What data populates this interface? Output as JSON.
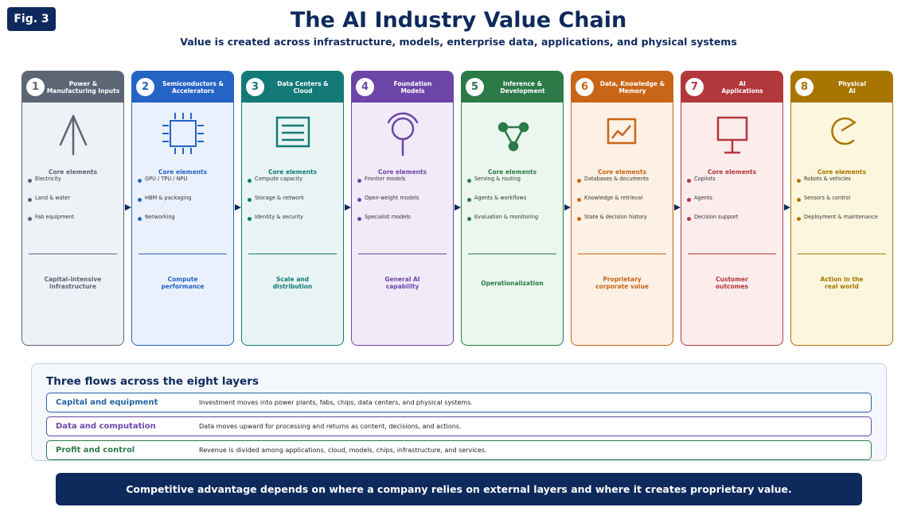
{
  "figure_label": "Fig. 3",
  "title": "The AI Industry Value Chain",
  "subtitle": "Value is created across infrastructure, models, enterprise data, applications, and physical systems",
  "core_label": "Core elements",
  "layers": [
    {
      "num": "1",
      "title": "Power &\nManufacturing Inputs",
      "icon": "power-tower-icon",
      "color": "#5b6574",
      "bg": "#eef1f5",
      "items": [
        "Electricity",
        "Land & water",
        "Fab equipment"
      ],
      "footer": "Capital-intensive\ninfrastructure"
    },
    {
      "num": "2",
      "title": "Semiconductors &\nAccelerators",
      "icon": "chip-icon",
      "color": "#2563c4",
      "bg": "#eaf1fc",
      "items": [
        "GPU / TPU / NPU",
        "HBM & packaging",
        "Networking"
      ],
      "footer": "Compute\nperformance"
    },
    {
      "num": "3",
      "title": "Data Centers &\nCloud",
      "icon": "server-rack-icon",
      "color": "#137a78",
      "bg": "#e9f5f4",
      "items": [
        "Compute capacity",
        "Storage & network",
        "Identity & security"
      ],
      "footer": "Scale and\ndistribution"
    },
    {
      "num": "4",
      "title": "Foundation\nModels",
      "icon": "model-node-icon",
      "color": "#6b46a8",
      "bg": "#f1ebf9",
      "items": [
        "Frontier models",
        "Open-weight models",
        "Specialist models"
      ],
      "footer": "General AI\ncapability"
    },
    {
      "num": "5",
      "title": "Inference &\nDevelopment",
      "icon": "workflow-graph-icon",
      "color": "#2b7a48",
      "bg": "#ebf6ee",
      "items": [
        "Serving & routing",
        "Agents & workflows",
        "Evaluation & monitoring"
      ],
      "footer": "Operationalization"
    },
    {
      "num": "6",
      "title": "Data, Knowledge &\nMemory",
      "icon": "trend-chart-icon",
      "color": "#c96517",
      "bg": "#fdf0e4",
      "items": [
        "Databases & documents",
        "Knowledge & retrieval",
        "State & decision history"
      ],
      "footer": "Proprietary\ncorporate value"
    },
    {
      "num": "7",
      "title": "AI\nApplications",
      "icon": "presentation-board-icon",
      "color": "#b3383b",
      "bg": "#fcecec",
      "items": [
        "Copilots",
        "Agents",
        "Decision support"
      ],
      "footer": "Customer\noutcomes"
    },
    {
      "num": "8",
      "title": "Physical\nAI",
      "icon": "robot-arm-icon",
      "color": "#a87600",
      "bg": "#fdf6de",
      "items": [
        "Robots & vehicles",
        "Sensors & control",
        "Deployment & maintenance"
      ],
      "footer": "Action in the\nreal world"
    }
  ],
  "flows": {
    "title": "Three flows across the eight layers",
    "rows": [
      {
        "name": "Capital and equipment",
        "desc": "Investment moves into power plants, fabs, chips, data centers, and physical systems.",
        "color": "#2563a8"
      },
      {
        "name": "Data and computation",
        "desc": "Data moves upward for processing and returns as content, decisions, and actions.",
        "color": "#6b46a8"
      },
      {
        "name": "Profit and control",
        "desc": "Revenue is divided among applications, cloud, models, chips, infrastructure, and services.",
        "color": "#2b7a48"
      }
    ]
  },
  "banner": "Competitive advantage depends on where a company relies on external layers and where it creates proprietary value."
}
